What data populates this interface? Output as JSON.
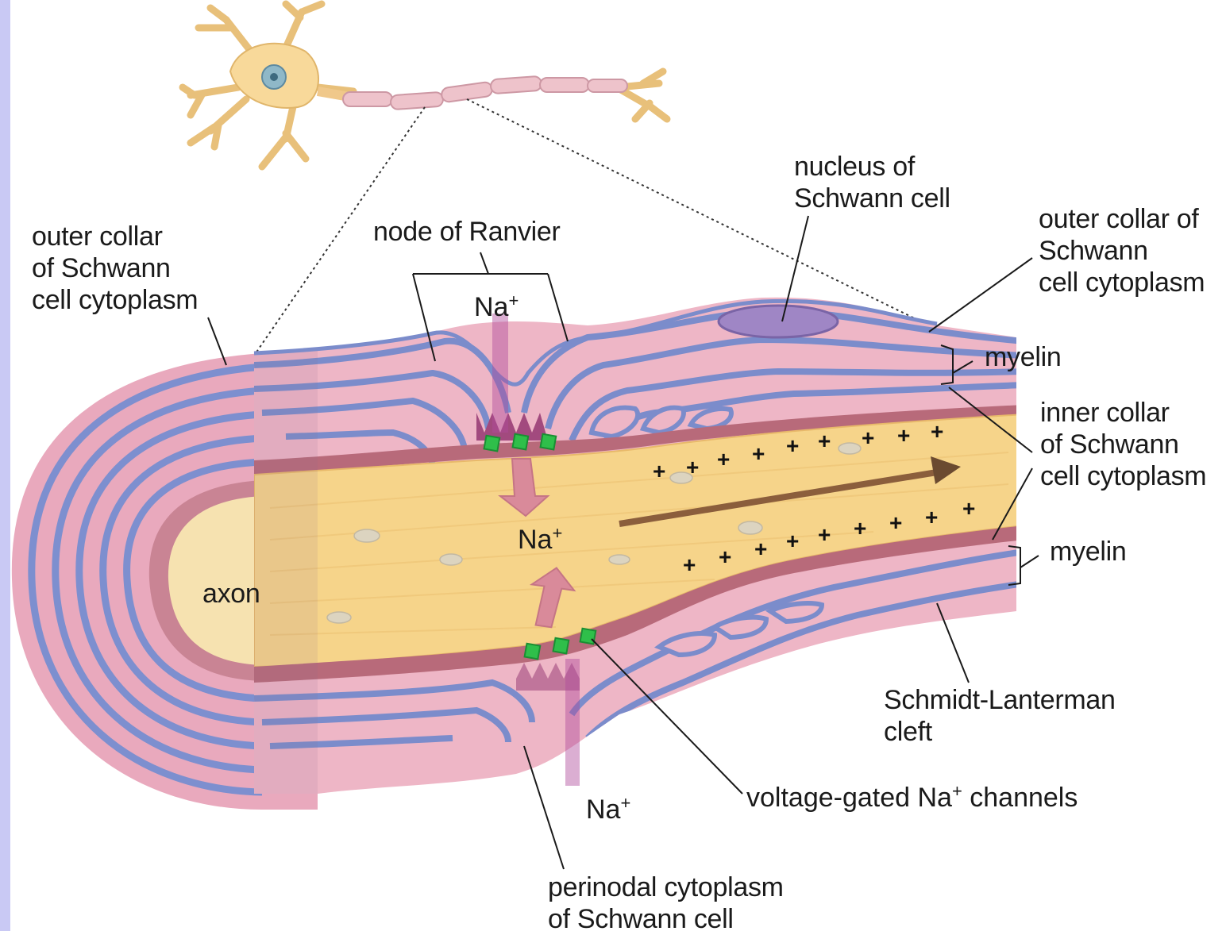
{
  "labels": {
    "outer_collar_left": [
      "outer collar",
      "of Schwann",
      "cell cytoplasm"
    ],
    "node_of_ranvier": "node of Ranvier",
    "nucleus": [
      "nucleus of",
      "Schwann cell"
    ],
    "outer_collar_right": [
      "outer collar of",
      "Schwann",
      "cell cytoplasm"
    ],
    "myelin_top": "myelin",
    "inner_collar": [
      "inner collar",
      "of Schwann",
      "cell cytoplasm"
    ],
    "myelin_bottom": "myelin",
    "axon": "axon",
    "schmidt_lanterman": [
      "Schmidt-Lanterman",
      "cleft"
    ],
    "voltage_gated": {
      "text": "voltage-gated Na",
      "sup": "+",
      "suffix": " channels"
    },
    "perinodal": [
      "perinodal cytoplasm",
      "of Schwann cell"
    ]
  },
  "ions": {
    "na_top": {
      "base": "Na",
      "sup": "+"
    },
    "na_center": {
      "base": "Na",
      "sup": "+"
    },
    "na_bottom": {
      "base": "Na",
      "sup": "+"
    }
  },
  "charge_symbol": "+",
  "colors": {
    "axon": "#f6d48a",
    "axon_cut": "#f9e2a8",
    "myelin_pink": "#eeb6c6",
    "myelin_blue": "#7b8ccb",
    "membrane_dark": "#b86a7a",
    "channel_green": "#2fbf4a",
    "arrow_pink": "#d98a9a",
    "ion_purple": "#b04c9c",
    "nucleus": "#9f86c5",
    "neuron_body": "#f8d99a",
    "side_bar": "#c9c9f4"
  }
}
